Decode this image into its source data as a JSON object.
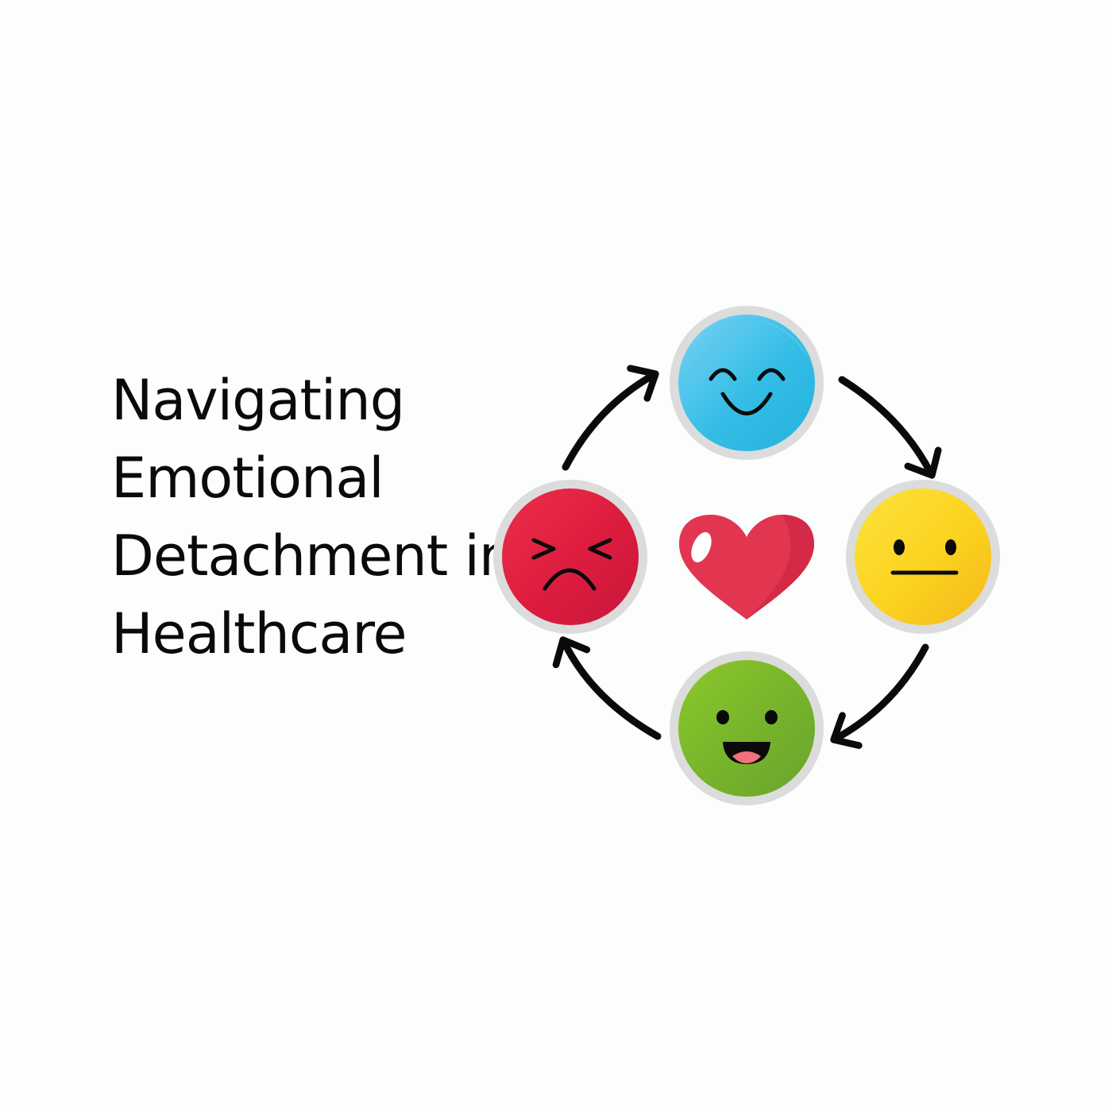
{
  "title": {
    "lines": [
      "Navigating",
      "Emotional",
      "Detachment in",
      "Healthcare"
    ]
  },
  "colors": {
    "background": "#fcfdfd",
    "ring": "#dcdcdc",
    "text": "#0a0a0a",
    "happy_face": "#33bde6",
    "neutral_face": "#f8c51f",
    "joyful_face": "#76b32b",
    "angry_face": "#dc1c3e",
    "heart": "#e23650"
  },
  "icons": {
    "top": "smiling-face-icon",
    "right": "neutral-face-icon",
    "bottom": "grinning-face-icon",
    "left": "angry-face-icon",
    "center": "heart-icon"
  }
}
